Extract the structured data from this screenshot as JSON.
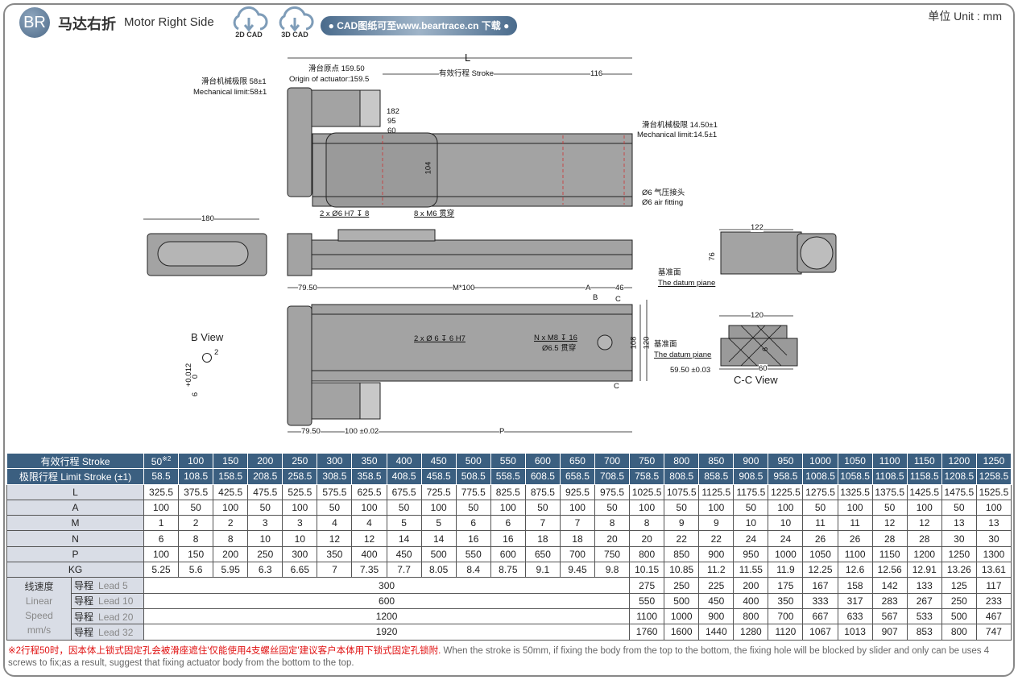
{
  "header": {
    "badge": "BR",
    "title_cn": "马达右折",
    "title_en": "Motor Right Side",
    "cad2d": "2D CAD",
    "cad3d": "3D CAD",
    "download": "● CAD图纸可至www.beartrace.cn 下载 ●",
    "unit": "单位 Unit : mm"
  },
  "drawing": {
    "L": "L",
    "origin_cn": "滑台原点 159.50",
    "origin_en": "Origin of actuator:159.5",
    "stroke": "有效行程 Stroke",
    "d116": "116",
    "mech_left_cn": "滑台机械极限 58±1",
    "mech_left_en": "Mechanical limit:58±1",
    "mech_right_cn": "滑台机械极限 14.50±1",
    "mech_right_en": "Mechanical limit:14.5±1",
    "d182": "182",
    "d95": "95",
    "d60": "60",
    "d104": "104",
    "holes1": "2 x Ø6 H7 ↧ 8",
    "holes2": "8 x M6 贯穿",
    "air_cn": "Ø6 气压接头",
    "air_en": "Ø6 air fitting",
    "d180": "180",
    "d122": "122",
    "d76": "76",
    "datum_cn": "基准面",
    "datum_en": "The datum piane",
    "d7950a": "79.50",
    "m100": "M*100",
    "A": "A",
    "d46": "46",
    "B": "B",
    "C": "C",
    "pin": "2 x Ø 6 ↧ 6 H7",
    "nm8": "N x M8 ↧ 16",
    "nm8b": "Ø6.5 贯穿",
    "d108": "108",
    "d120": "120",
    "d7950b": "79.50",
    "d100": "100 ±0.02",
    "P": "P",
    "bview": "B View",
    "b2": "2",
    "btol": "+0.012",
    "b0": "0",
    "b6": "6",
    "d120b": "120",
    "d5950": "59.50 ±0.03",
    "d60b": "60",
    "ccview": "C-C View",
    "d6": "6"
  },
  "table": {
    "stroke_label": "有效行程 Stroke",
    "limit_label": "极限行程 Limit Stroke (±1)",
    "stroke": [
      "50",
      "100",
      "150",
      "200",
      "250",
      "300",
      "350",
      "400",
      "450",
      "500",
      "550",
      "600",
      "650",
      "700",
      "750",
      "800",
      "850",
      "900",
      "950",
      "1000",
      "1050",
      "1100",
      "1150",
      "1200",
      "1250"
    ],
    "stroke_note": "※2",
    "limit": [
      "58.5",
      "108.5",
      "158.5",
      "208.5",
      "258.5",
      "308.5",
      "358.5",
      "408.5",
      "458.5",
      "508.5",
      "558.5",
      "608.5",
      "658.5",
      "708.5",
      "758.5",
      "808.5",
      "858.5",
      "908.5",
      "958.5",
      "1008.5",
      "1058.5",
      "1108.5",
      "1158.5",
      "1208.5",
      "1258.5"
    ],
    "rows": [
      {
        "label": "L",
        "values": [
          "325.5",
          "375.5",
          "425.5",
          "475.5",
          "525.5",
          "575.5",
          "625.5",
          "675.5",
          "725.5",
          "775.5",
          "825.5",
          "875.5",
          "925.5",
          "975.5",
          "1025.5",
          "1075.5",
          "1125.5",
          "1175.5",
          "1225.5",
          "1275.5",
          "1325.5",
          "1375.5",
          "1425.5",
          "1475.5",
          "1525.5"
        ]
      },
      {
        "label": "A",
        "values": [
          "100",
          "50",
          "100",
          "50",
          "100",
          "50",
          "100",
          "50",
          "100",
          "50",
          "100",
          "50",
          "100",
          "50",
          "100",
          "50",
          "100",
          "50",
          "100",
          "50",
          "100",
          "50",
          "100",
          "50",
          "100"
        ]
      },
      {
        "label": "M",
        "values": [
          "1",
          "2",
          "2",
          "3",
          "3",
          "4",
          "4",
          "5",
          "5",
          "6",
          "6",
          "7",
          "7",
          "8",
          "8",
          "9",
          "9",
          "10",
          "10",
          "11",
          "11",
          "12",
          "12",
          "13",
          "13"
        ]
      },
      {
        "label": "N",
        "values": [
          "6",
          "8",
          "8",
          "10",
          "10",
          "12",
          "12",
          "14",
          "14",
          "16",
          "16",
          "18",
          "18",
          "20",
          "20",
          "22",
          "22",
          "24",
          "24",
          "26",
          "26",
          "28",
          "28",
          "30",
          "30"
        ]
      },
      {
        "label": "P",
        "values": [
          "100",
          "150",
          "200",
          "250",
          "300",
          "350",
          "400",
          "450",
          "500",
          "550",
          "600",
          "650",
          "700",
          "750",
          "800",
          "850",
          "900",
          "950",
          "1000",
          "1050",
          "1100",
          "1150",
          "1200",
          "1250",
          "1300"
        ]
      },
      {
        "label": "KG",
        "values": [
          "5.25",
          "5.6",
          "5.95",
          "6.3",
          "6.65",
          "7",
          "7.35",
          "7.7",
          "8.05",
          "8.4",
          "8.75",
          "9.1",
          "9.45",
          "9.8",
          "10.15",
          "10.85",
          "11.2",
          "11.55",
          "11.9",
          "12.25",
          "12.6",
          "12.56",
          "12.91",
          "13.26",
          "13.61"
        ]
      }
    ],
    "speed_label_cn": "线速度",
    "speed_label_en": "Linear Speed mm/s",
    "speed": [
      {
        "cn": "导程",
        "lead": "Lead 5",
        "merged": "300",
        "values": [
          "275",
          "250",
          "225",
          "200",
          "175",
          "167",
          "158",
          "142",
          "133",
          "125",
          "117"
        ]
      },
      {
        "cn": "导程",
        "lead": "Lead 10",
        "merged": "600",
        "values": [
          "550",
          "500",
          "450",
          "400",
          "350",
          "333",
          "317",
          "283",
          "267",
          "250",
          "233"
        ]
      },
      {
        "cn": "导程",
        "lead": "Lead 20",
        "merged": "1200",
        "values": [
          "1100",
          "1000",
          "900",
          "800",
          "700",
          "667",
          "633",
          "567",
          "533",
          "500",
          "467"
        ]
      },
      {
        "cn": "导程",
        "lead": "Lead 32",
        "merged": "1920",
        "values": [
          "1760",
          "1600",
          "1440",
          "1280",
          "1120",
          "1067",
          "1013",
          "907",
          "853",
          "800",
          "747"
        ]
      }
    ]
  },
  "note": {
    "red": "※2行程50时，因本体上锁式固定孔会被滑座遮住'仅能使用4支螺丝固定'建议客户本体用下锁式固定孔锁附.",
    "en": "When the stroke is 50mm, if fixing the body from the top to the bottom, the fixing hole will be blocked by slider and only can be uses 4 screws to fix;as a result, suggest that fixing actuator body from the bottom to the top."
  }
}
